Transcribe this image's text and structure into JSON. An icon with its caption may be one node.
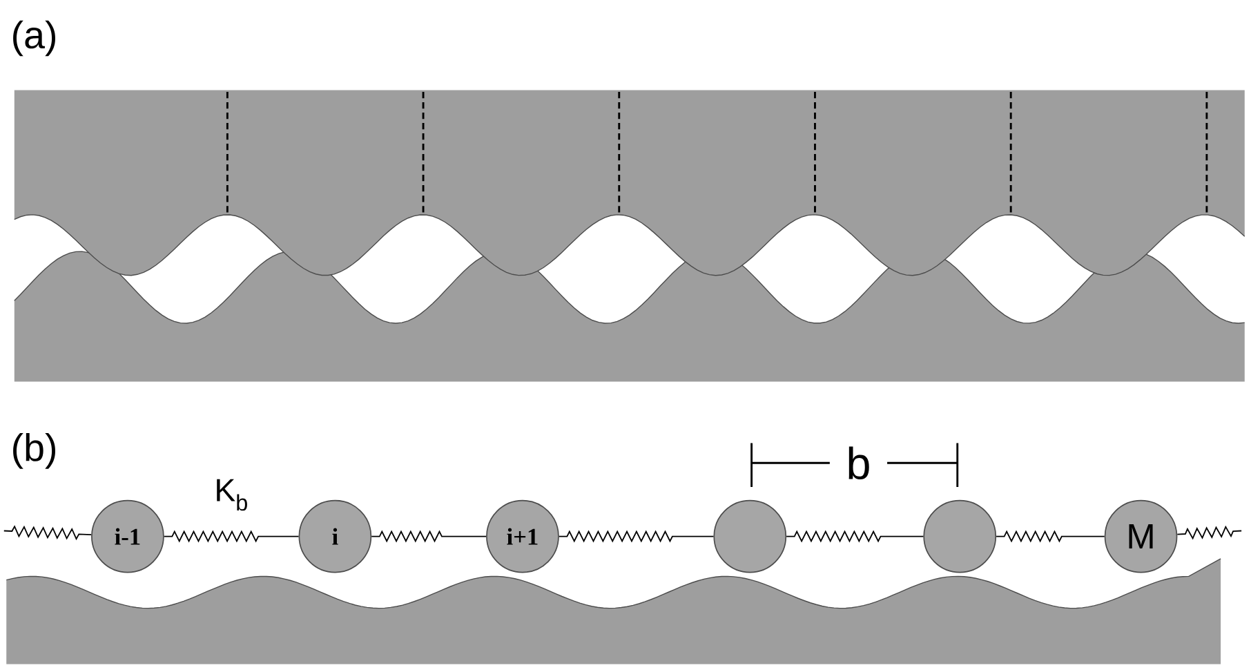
{
  "diagram": {
    "nodes": [
      {
        "text": [
          "i-1"
        ]
      },
      {
        "text": [
          "i"
        ]
      },
      {
        "text": [
          "i+1"
        ]
      },
      {
        "text": [],
        "shape": "circle"
      },
      {
        "text": [],
        "shape": "circle"
      },
      {
        "text": [
          "M"
        ]
      }
    ],
    "edges": [
      {
        "from": null,
        "to": 0,
        "arrow": "none"
      },
      {
        "from": 0,
        "to": 1,
        "arrow": "none",
        "label": "K$_{b}$"
      },
      {
        "from": 1,
        "to": 2,
        "arrow": "none"
      },
      {
        "from": 2,
        "to": 3,
        "arrow": "none"
      },
      {
        "from": 3,
        "to": 4,
        "arrow": "none"
      },
      {
        "from": 4,
        "to": 5,
        "arrow": "none"
      },
      {
        "from": 5,
        "to": null,
        "arrow": "none"
      }
    ],
    "labels": [
      "(a)",
      "(b)",
      "b"
    ]
  }
}
